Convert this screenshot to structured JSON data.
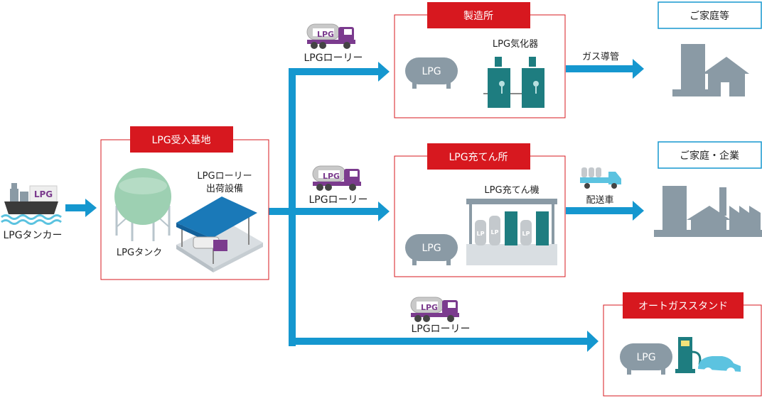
{
  "colors": {
    "arrow": "#1597cf",
    "red": "#d7181f",
    "tank": "#8a9aa5",
    "gasGreen": "#9dd0b2",
    "teal": "#1e7d80",
    "building": "#8a9aa5",
    "truck": "#7b3b8e",
    "car": "#5cc3e0"
  },
  "tanker": {
    "label": "LPGタンカー",
    "hull_text": "LPG"
  },
  "base": {
    "title": "LPG受入基地",
    "tank_label": "LPGタンク",
    "shipping_label_1": "LPGローリー",
    "shipping_label_2": "出荷設備"
  },
  "lorry": {
    "label": "LPGローリー",
    "tank_text": "LPG"
  },
  "factory": {
    "title": "製造所",
    "tank_text": "LPG",
    "vaporizer_label": "LPG気化器",
    "pipe_label": "ガス導管"
  },
  "filling": {
    "title": "LPG充てん所",
    "tank_text": "LPG",
    "machine_label": "LPG充てん機",
    "cyl_text": "LP",
    "delivery_label": "配送車"
  },
  "stand": {
    "title": "オートガススタンド",
    "tank_text": "LPG"
  },
  "homes": {
    "label": "ご家庭等"
  },
  "homes_business": {
    "label": "ご家庭・企業"
  }
}
